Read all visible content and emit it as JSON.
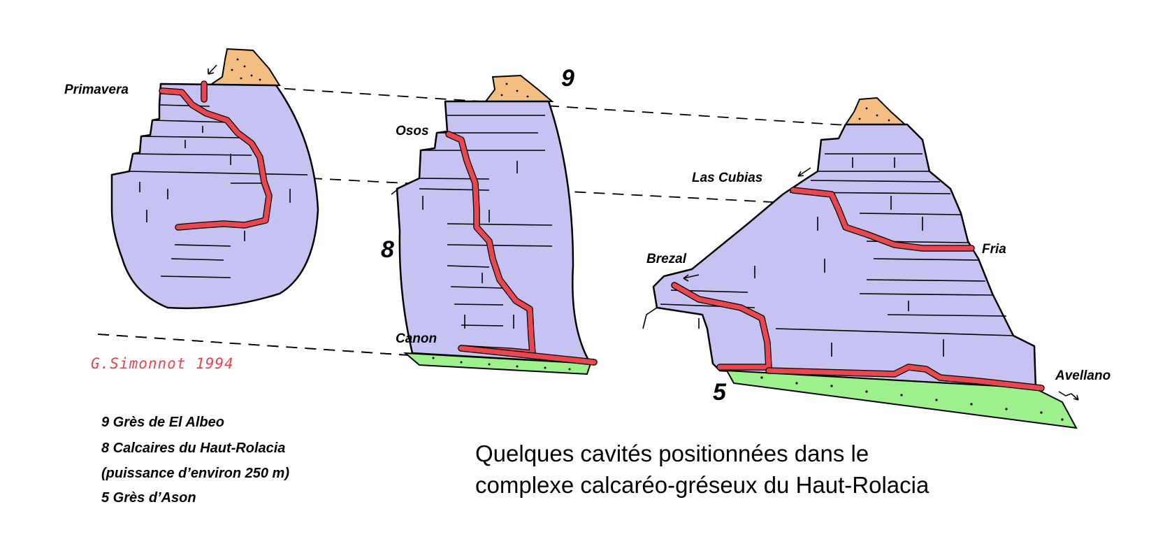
{
  "diagram": {
    "title_lines": [
      "Quelques cavités positionnées dans le",
      "complexe calcaréo-gréseux du Haut-Rolacia"
    ],
    "signature": "G.Simonnot 1994",
    "legend": [
      "9 Grès de El Albeo",
      "8 Calcaires du Haut-Rolacia",
      "(puissance d’environ 250 m)",
      "5 Grès d’Ason"
    ],
    "layer_numbers": {
      "layer_9": "9",
      "layer_8": "8",
      "layer_5": "5"
    },
    "caves": {
      "primavera": "Primavera",
      "osos": "Osos",
      "canon": "Canon",
      "las_cubias": "Las Cubias",
      "fria": "Fria",
      "brezal": "Brezal",
      "avellano": "Avellano"
    },
    "colors": {
      "limestone": "#c6c3f2",
      "sandstone_9": "#f2be82",
      "sandstone_5": "#9ef08c",
      "cave": "#e8474f",
      "signature": "#e8474f"
    }
  }
}
